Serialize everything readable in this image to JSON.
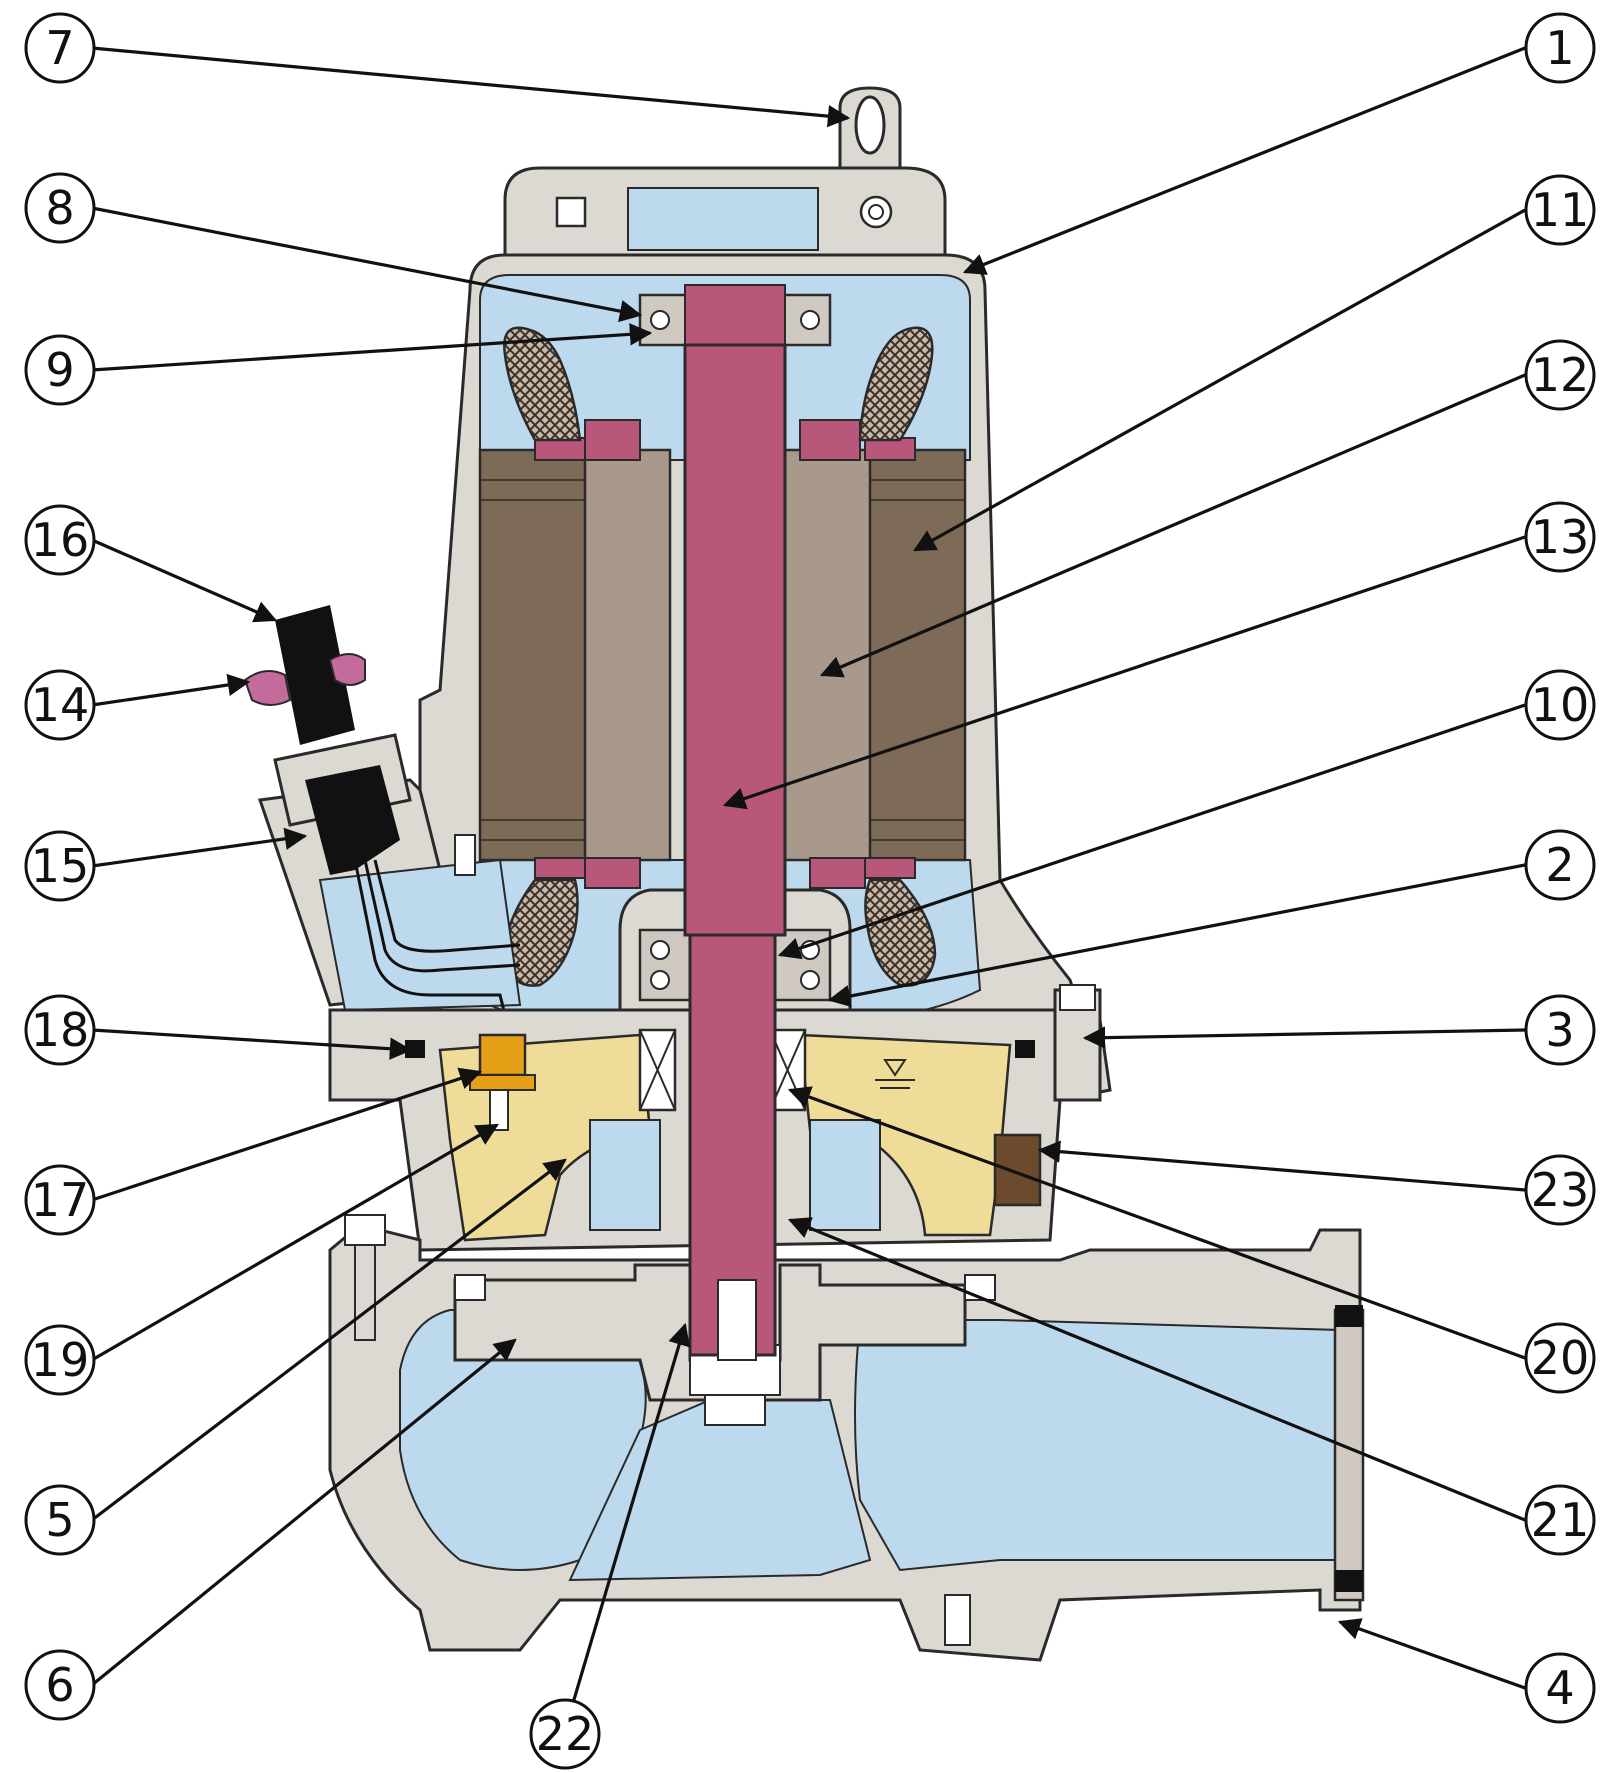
{
  "callouts": [
    {
      "id": "c1",
      "label": "1"
    },
    {
      "id": "c2",
      "label": "2"
    },
    {
      "id": "c3",
      "label": "3"
    },
    {
      "id": "c4",
      "label": "4"
    },
    {
      "id": "c5",
      "label": "5"
    },
    {
      "id": "c6",
      "label": "6"
    },
    {
      "id": "c7",
      "label": "7"
    },
    {
      "id": "c8",
      "label": "8"
    },
    {
      "id": "c9",
      "label": "9"
    },
    {
      "id": "c10",
      "label": "10"
    },
    {
      "id": "c11",
      "label": "11"
    },
    {
      "id": "c12",
      "label": "12"
    },
    {
      "id": "c13",
      "label": "13"
    },
    {
      "id": "c14",
      "label": "14"
    },
    {
      "id": "c15",
      "label": "15"
    },
    {
      "id": "c16",
      "label": "16"
    },
    {
      "id": "c17",
      "label": "17"
    },
    {
      "id": "c18",
      "label": "18"
    },
    {
      "id": "c19",
      "label": "19"
    },
    {
      "id": "c20",
      "label": "20"
    },
    {
      "id": "c21",
      "label": "21"
    },
    {
      "id": "c22",
      "label": "22"
    },
    {
      "id": "c23",
      "label": "23"
    }
  ],
  "colors": {
    "housing": "#dcd8d2",
    "water": "#bcd9ee",
    "oil": "#eedc98",
    "stator": "#7d6b58",
    "rotor": "#a8998a",
    "shaft": "#b8577a"
  }
}
